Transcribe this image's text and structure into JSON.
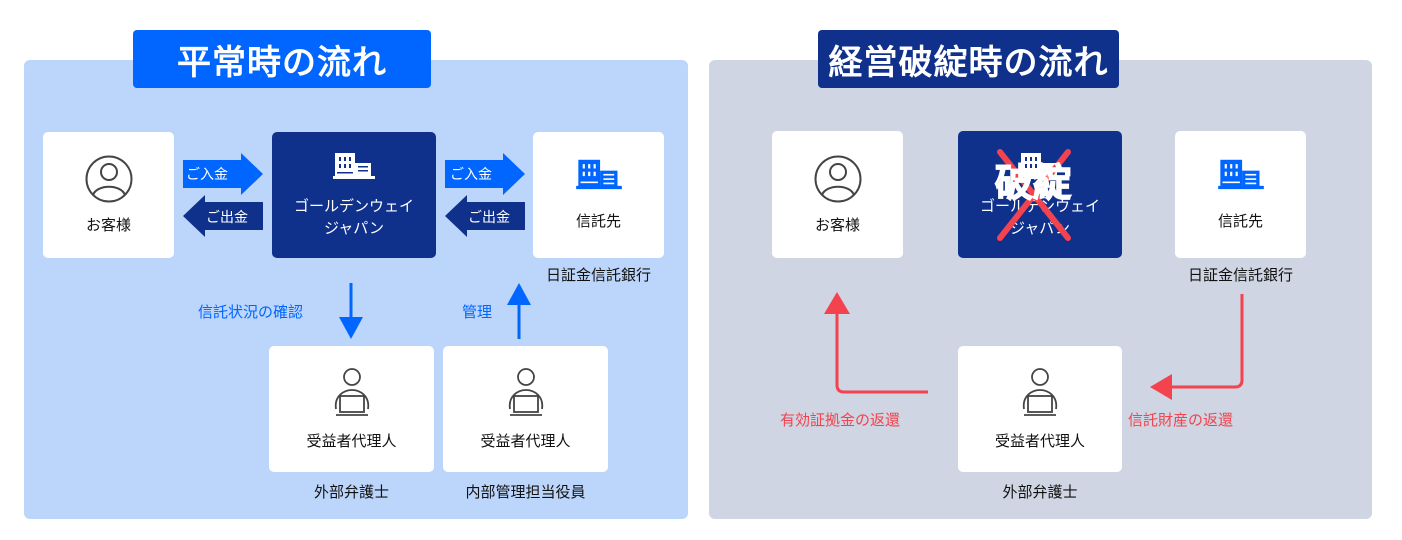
{
  "colors": {
    "accent_blue": "#0066FF",
    "navy": "#0F318C",
    "normal_panel_bg": "#BCD5FB",
    "bankrupt_panel_bg": "#CFD5E2",
    "alert_red": "#F2434E"
  },
  "normal": {
    "title": "平常時の流れ",
    "customer": {
      "label": "お客様",
      "icon": "user-circle-icon"
    },
    "company": {
      "line1": "ゴールデンウェイ",
      "line2": "ジャパン",
      "icon": "building-icon"
    },
    "trustee": {
      "label": "信託先",
      "sub": "日証金信託銀行",
      "icon": "building-icon"
    },
    "arrows": {
      "deposit_1": "ご入金",
      "withdraw_1": "ご出金",
      "deposit_2": "ご入金",
      "withdraw_2": "ご出金",
      "confirm": "信託状況の確認",
      "manage": "管理"
    },
    "agent_external": {
      "label": "受益者代理人",
      "sub": "外部弁護士",
      "icon": "person-laptop-icon"
    },
    "agent_internal": {
      "label": "受益者代理人",
      "sub": "内部管理担当役員",
      "icon": "person-laptop-icon"
    }
  },
  "bankrupt": {
    "title": "経営破綻時の流れ",
    "customer": {
      "label": "お客様",
      "icon": "user-circle-icon"
    },
    "company": {
      "line1": "ゴールデンウェイ",
      "line2": "ジャパン",
      "stamp": "破綻",
      "icon": "building-icon"
    },
    "trustee": {
      "label": "信託先",
      "sub": "日証金信託銀行",
      "icon": "building-icon"
    },
    "agent": {
      "label": "受益者代理人",
      "sub": "外部弁護士",
      "icon": "person-laptop-icon"
    },
    "flows": {
      "return_margin": "有効証拠金の返還",
      "return_trust": "信託財産の返還"
    }
  }
}
